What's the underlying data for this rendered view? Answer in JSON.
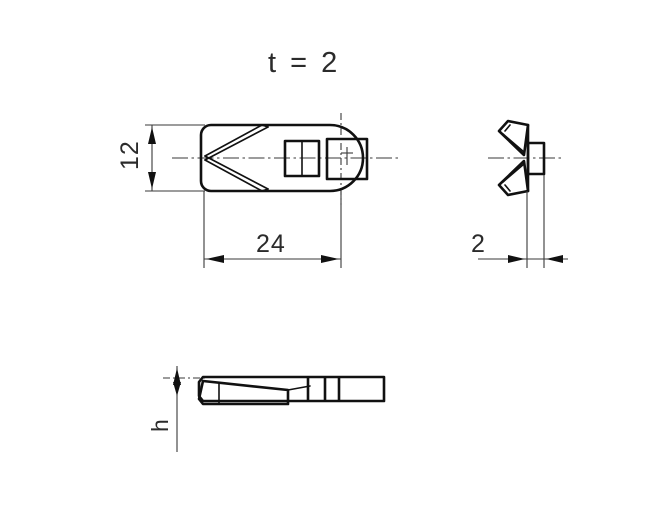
{
  "drawing": {
    "title_note": "t  =  2",
    "background_color": "#ffffff",
    "line_color": "#111111",
    "dim_color": "#2b2b2b",
    "views": {
      "top": {
        "name": "top-view",
        "dim_width_label": "12",
        "dim_length_label": "24"
      },
      "side": {
        "name": "side-view",
        "dim_thickness_label": "2"
      },
      "front": {
        "name": "front-view",
        "dim_height_label": "h"
      }
    }
  },
  "labels": {
    "title": "t  =  2",
    "width": "12",
    "length": "24",
    "thickness": "2",
    "height": "h"
  }
}
